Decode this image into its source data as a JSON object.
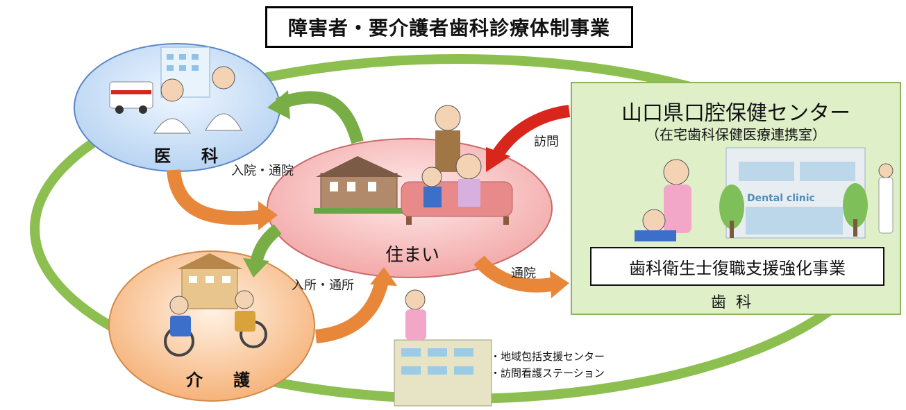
{
  "title": "障害者・要介護者歯科診療体制事業",
  "nodes": {
    "medical": "医　科",
    "care": "介　護",
    "home": "住まい"
  },
  "arrows": {
    "hospital_visit": "入院・通院",
    "facility_visit": "入所・通所",
    "home_visit": "訪問",
    "clinic_visit": "通院"
  },
  "center": {
    "title": "山口県口腔保健センター",
    "subtitle": "（在宅歯科保健医療連携室）",
    "program": "歯科衛生士復職支援強化事業",
    "dental": "歯科",
    "clinic_sign": "Dental clinic"
  },
  "facilities": [
    "・地域包括支援センター",
    "・訪問看護ステーション"
  ],
  "colors": {
    "ring": "#8cbf4f",
    "medical": "#c5dcf5",
    "care": "#f8c9a0",
    "home": "#f7b8b8",
    "panel": "#dff0c9",
    "green_arrow": "#79ad45",
    "orange_arrow": "#e8873a",
    "red_arrow": "#d8261c"
  }
}
